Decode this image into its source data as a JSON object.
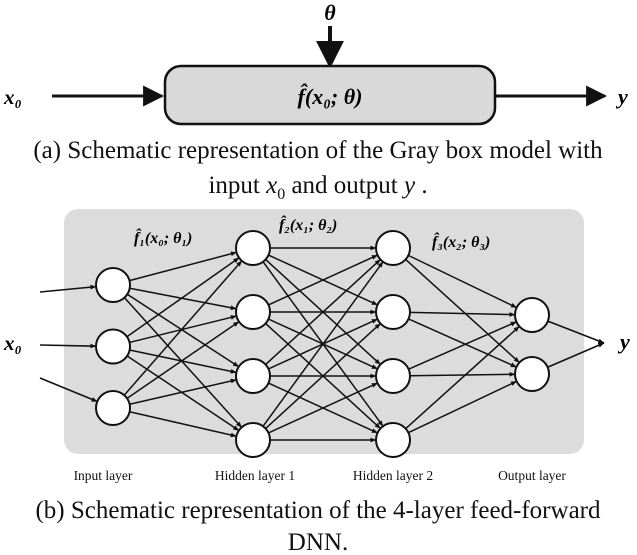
{
  "top": {
    "theta": "θ",
    "input": "x₀",
    "box": "f̂(x₀; θ)",
    "output": "y"
  },
  "caption_a": {
    "line1": "(a) Schematic representation of the Gray box model with",
    "line2_pre": "input ",
    "line2_var_x": "x",
    "line2_sub": "0",
    "line2_mid": " and output ",
    "line2_var_y": "y",
    "line2_end": " ."
  },
  "network": {
    "input": "x₀",
    "output": "y",
    "f1": "f̂₁(x₀; θ₁)",
    "f2": "f̂₂(x₁; θ₂)",
    "f3": "f̂₃(x₂; θ₃)",
    "layers": [
      {
        "label": "Input layer",
        "nodes": 3
      },
      {
        "label": "Hidden layer 1",
        "nodes": 4
      },
      {
        "label": "Hidden layer 2",
        "nodes": 4
      },
      {
        "label": "Output layer",
        "nodes": 2
      }
    ],
    "colors": {
      "panel": "#dcdcdc",
      "stroke": "#111111",
      "node_fill": "#ffffff"
    }
  },
  "caption_b": {
    "line1": "(b) Schematic representation of the 4-layer feed-forward",
    "line2": "DNN."
  }
}
